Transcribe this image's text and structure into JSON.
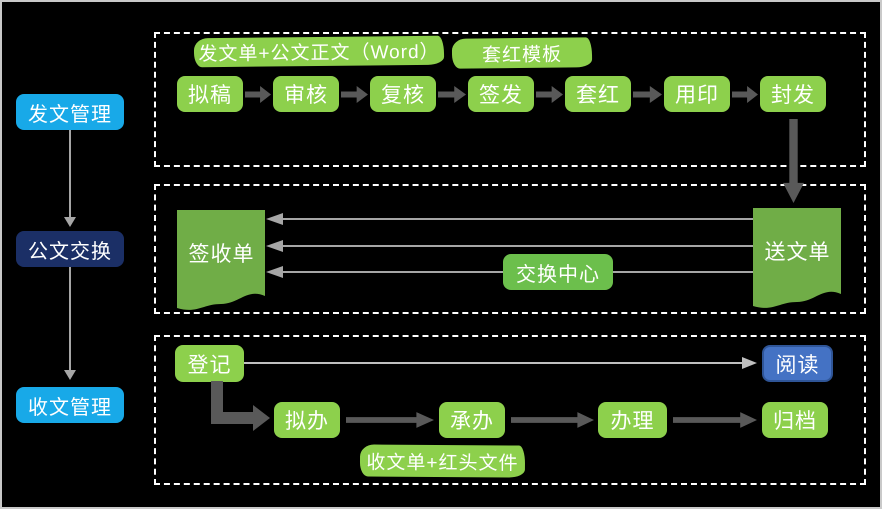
{
  "colors": {
    "background": "#000000",
    "frame": "#c9c9c9",
    "light_green": "#8dd04c",
    "dark_green_doc": "#70ad47",
    "exchange_green": "#6cbf4c",
    "cyan_blue": "#18a9e8",
    "navy_blue": "#1b2f66",
    "royal_blue": "#4472c4",
    "royal_blue_border": "#2f5597",
    "dark_arrow": "#595959",
    "light_arrow": "#a6a6a6",
    "section_border": "#ffffff"
  },
  "sidebar": {
    "items": [
      {
        "label": "发文管理"
      },
      {
        "label": "公文交换"
      },
      {
        "label": "收文管理"
      }
    ]
  },
  "outgoing": {
    "annotation_main": "发文单+公文正文（Word）",
    "annotation_template": "套红模板",
    "steps": [
      "拟稿",
      "审核",
      "复核",
      "签发",
      "套红",
      "用印",
      "封发"
    ]
  },
  "exchange": {
    "receipt_doc": "签收单",
    "delivery_doc": "送文单",
    "center_label": "交换中心"
  },
  "incoming": {
    "register": "登记",
    "read": "阅读",
    "steps": [
      "拟办",
      "承办",
      "办理",
      "归档"
    ],
    "annotation": "收文单+红头文件"
  }
}
